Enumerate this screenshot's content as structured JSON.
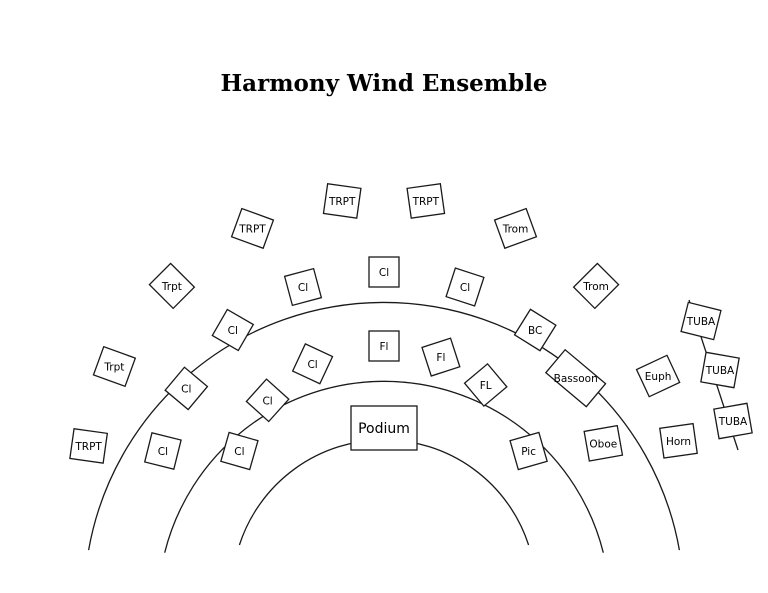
{
  "title": "Harmony Wind Ensemble",
  "podium_label": "Podium",
  "rows": [
    {
      "name": "row-1",
      "seats": [
        "Cl",
        "Cl",
        "Cl",
        "Fl",
        "Fl",
        "FL",
        "Pic"
      ]
    },
    {
      "name": "row-2",
      "seats": [
        "Cl",
        "Cl",
        "Cl",
        "Cl",
        "Cl",
        "Cl",
        "BC",
        "Bassoon",
        "Oboe"
      ]
    },
    {
      "name": "row-3",
      "seats": [
        "TRPT",
        "Trpt",
        "Trpt",
        "TRPT",
        "TRPT",
        "TRPT",
        "Trom",
        "Trom",
        "Euph",
        "Horn"
      ]
    },
    {
      "name": "tuba-row",
      "seats": [
        "TUBA",
        "TUBA",
        "TUBA"
      ]
    }
  ]
}
